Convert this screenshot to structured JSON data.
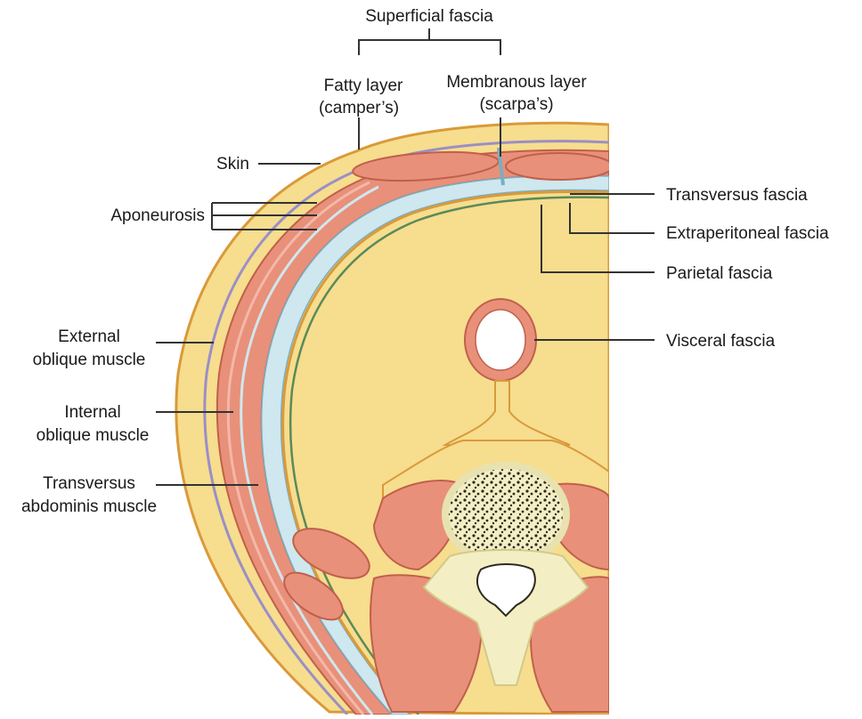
{
  "labels": {
    "superficial_fascia": "Superficial fascia",
    "fatty_layer_1": "Fatty layer",
    "fatty_layer_2": "(camper’s)",
    "membranous_layer_1": "Membranous layer",
    "membranous_layer_2": "(scarpa’s)",
    "skin": "Skin",
    "aponeurosis": "Aponeurosis",
    "transversus_fascia": "Transversus fascia",
    "extraperitoneal_fascia": "Extraperitoneal fascia",
    "parietal_fascia": "Parietal fascia",
    "visceral_fascia": "Visceral fascia",
    "external_oblique_1": "External",
    "external_oblique_2": "oblique muscle",
    "internal_oblique_1": "Internal",
    "internal_oblique_2": "oblique muscle",
    "transversus_abdominis_1": "Transversus",
    "transversus_abdominis_2": "abdominis muscle"
  },
  "colors": {
    "skin_fat": "#f7dd8e",
    "skin_edge": "#d99a3a",
    "muscle": "#e8907a",
    "muscle_edge": "#c0604a",
    "fascia_blue": "#cfe7ef",
    "membrane_purple": "#9a8fc6",
    "bone": "#f3eec4",
    "marrow": "#2d2a1e",
    "green_line": "#5a8a5a"
  }
}
